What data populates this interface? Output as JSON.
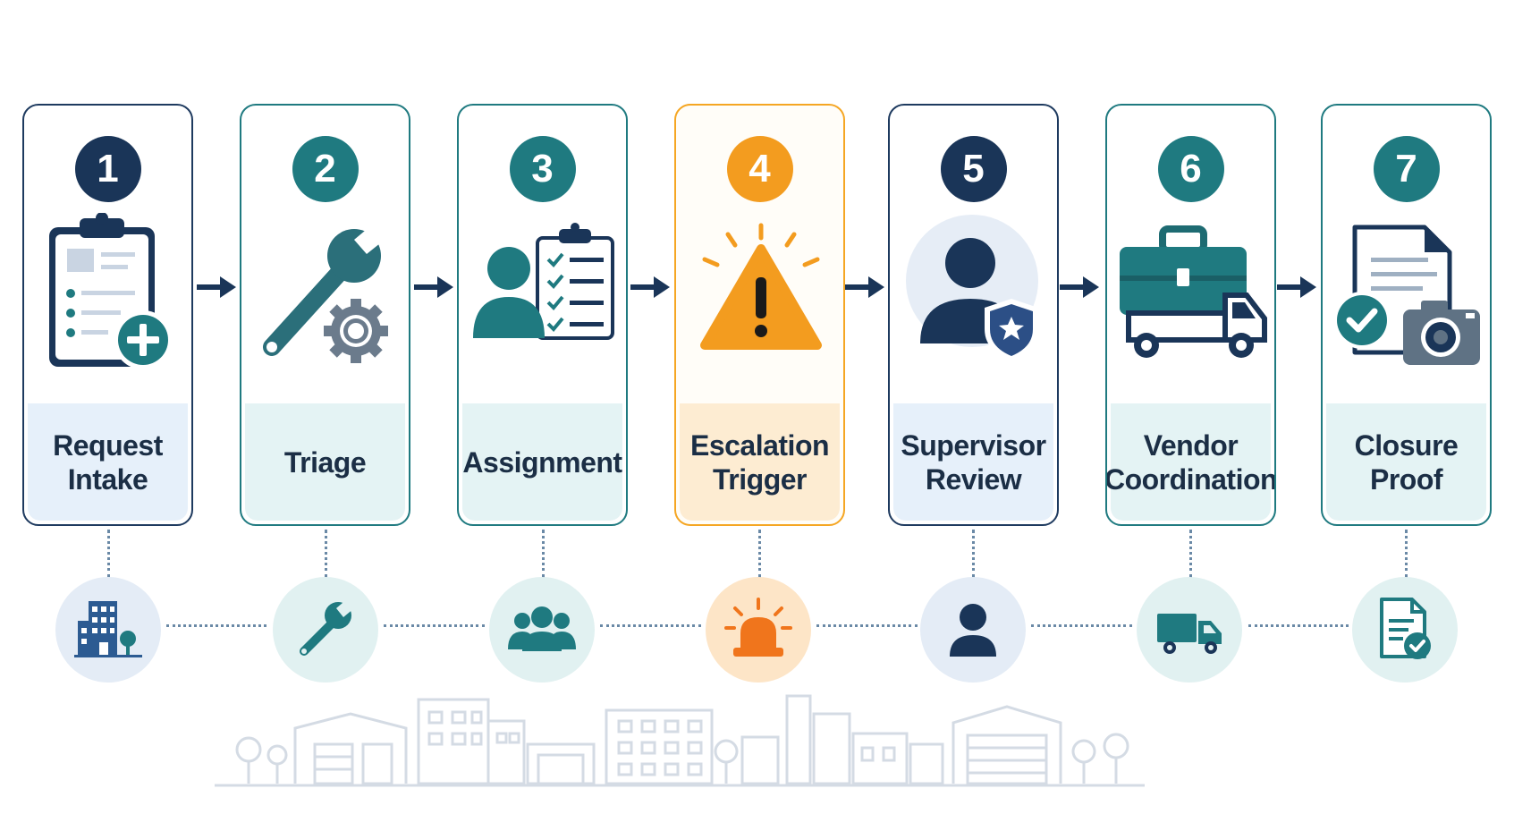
{
  "steps": [
    {
      "number": "1",
      "title_lines": [
        "Request",
        "Intake"
      ],
      "theme": "navy"
    },
    {
      "number": "2",
      "title_lines": [
        "Triage"
      ],
      "theme": "teal"
    },
    {
      "number": "3",
      "title_lines": [
        "Assignment"
      ],
      "theme": "teal"
    },
    {
      "number": "4",
      "title_lines": [
        "Escalation",
        "Trigger"
      ],
      "theme": "orange"
    },
    {
      "number": "5",
      "title_lines": [
        "Supervisor",
        "Review"
      ],
      "theme": "navy"
    },
    {
      "number": "6",
      "title_lines": [
        "Vendor",
        "Coordination"
      ],
      "theme": "teal"
    },
    {
      "number": "7",
      "title_lines": [
        "Closure",
        "Proof"
      ],
      "theme": "teal"
    }
  ],
  "main_icons": [
    "clipboard-plus-icon",
    "wrench-gear-icon",
    "person-checklist-icon",
    "warning-triangle-icon",
    "supervisor-shield-icon",
    "briefcase-truck-icon",
    "document-check-camera-icon"
  ],
  "bottom_icons": [
    "building-icon",
    "wrench-icon",
    "team-icon",
    "alarm-light-icon",
    "user-icon",
    "truck-icon",
    "document-check-icon"
  ],
  "colors": {
    "navy": "#1a3558",
    "teal": "#1f7a80",
    "orange": "#f39c1f",
    "navy_panel": "#e6f0fa",
    "teal_panel": "#e4f3f4",
    "orange_panel": "#fdecd2",
    "text": "#1b2e45"
  }
}
